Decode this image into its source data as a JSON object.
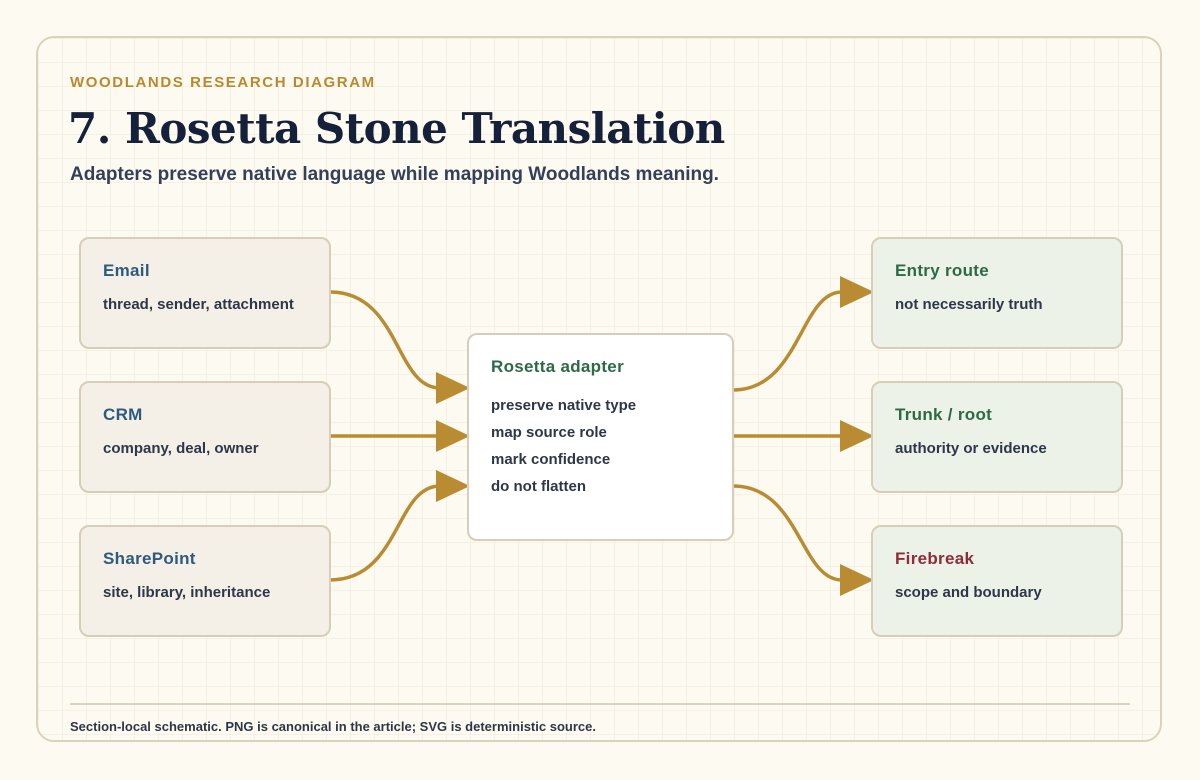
{
  "header": {
    "eyebrow": "WOODLANDS RESEARCH DIAGRAM",
    "title": "7. Rosetta Stone Translation",
    "subtitle": "Adapters preserve native language while mapping Woodlands meaning."
  },
  "sources": [
    {
      "title": "Email",
      "desc": "thread, sender, attachment"
    },
    {
      "title": "CRM",
      "desc": "company, deal, owner"
    },
    {
      "title": "SharePoint",
      "desc": "site, library, inheritance"
    }
  ],
  "adapter": {
    "title": "Rosetta adapter",
    "lines": [
      "preserve native type",
      "map source role",
      "mark confidence",
      "do not flatten"
    ]
  },
  "targets": [
    {
      "title": "Entry route",
      "desc": "not necessarily truth"
    },
    {
      "title": "Trunk / root",
      "desc": "authority or evidence"
    },
    {
      "title": "Firebreak",
      "desc": "scope and boundary"
    }
  ],
  "footer": "Section-local schematic. PNG is canonical in the article; SVG is deterministic source.",
  "colors": {
    "accent_gold": "#b8892e",
    "arrow": "#b98c33",
    "title_ink": "#15203a",
    "source_title": "#2f5a80",
    "target_title_green": "#2c6a48",
    "target_title_red": "#8e2c3a",
    "source_fill": "#f4f0e7",
    "target_fill": "#edf2e8"
  }
}
